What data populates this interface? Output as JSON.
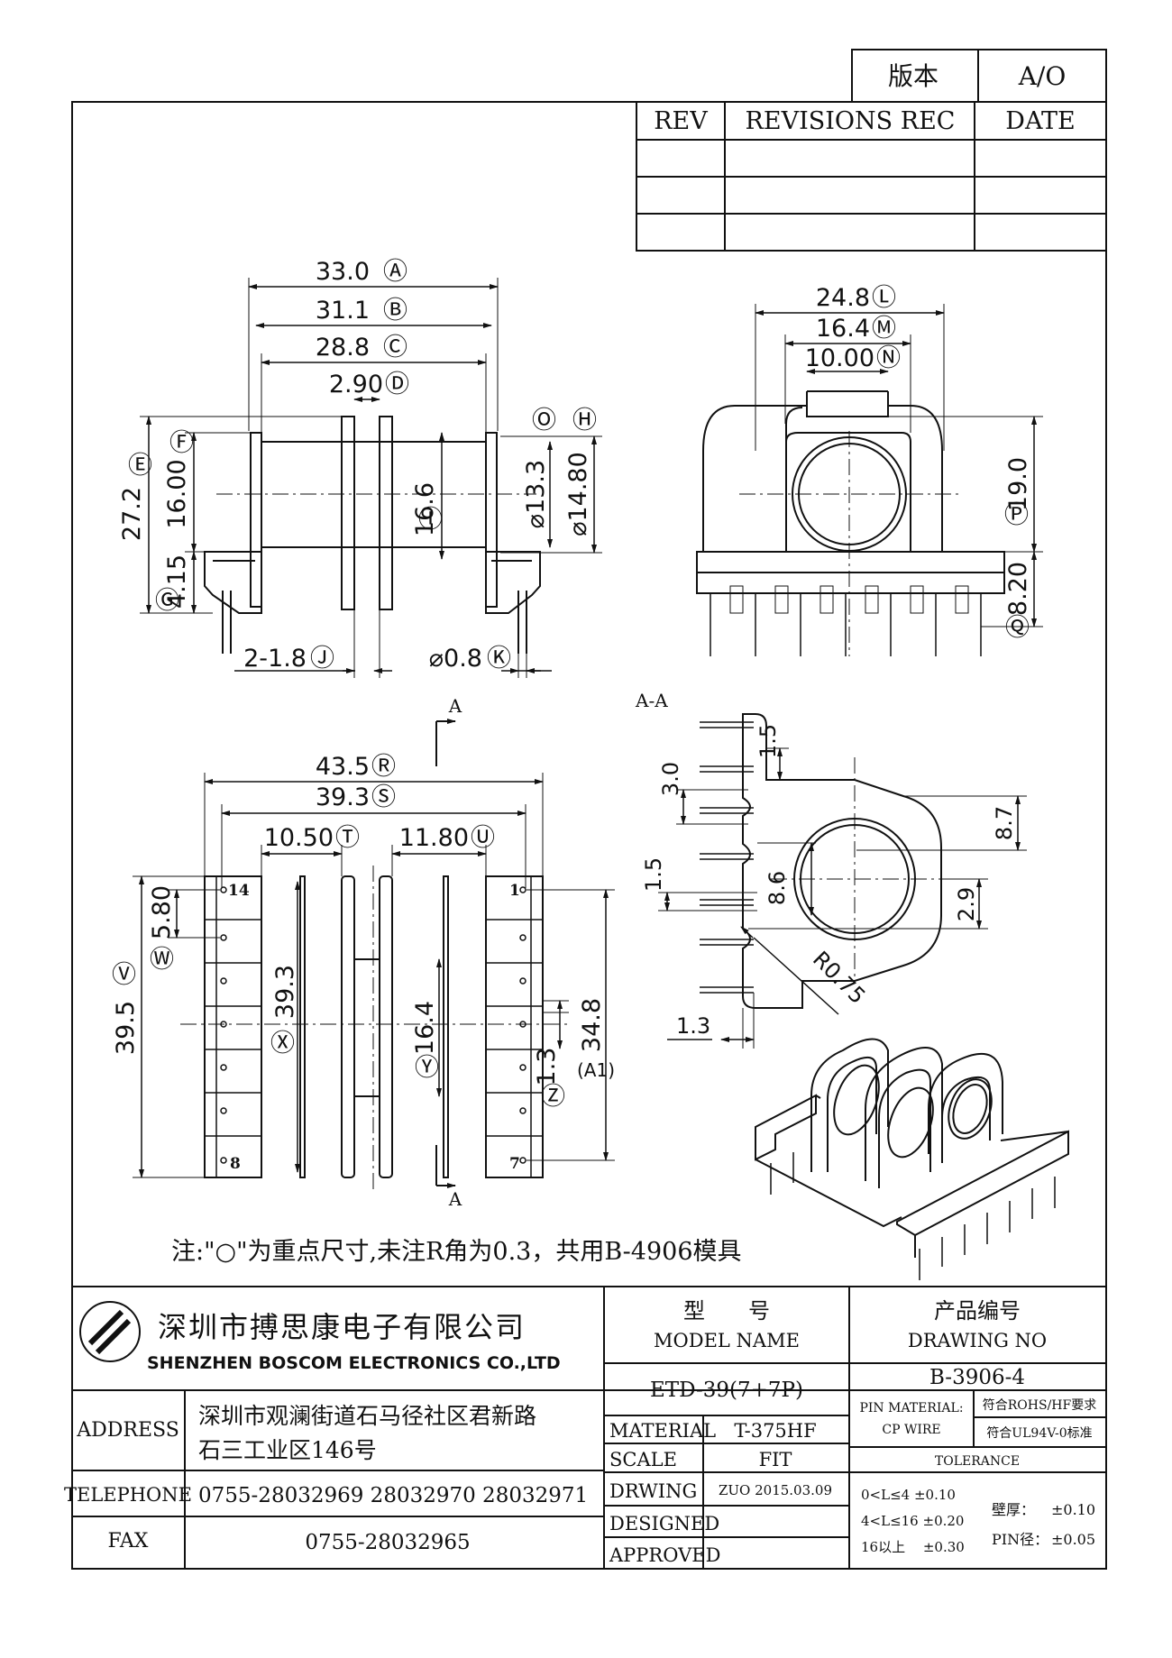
{
  "revision_box": {
    "version_label": "版本",
    "version_value": "A/O",
    "headers": {
      "rev": "REV",
      "revisions": "REVISIONS REC",
      "date": "DATE"
    }
  },
  "top_view": {
    "A": "33.0",
    "B": "31.1",
    "C": "28.8",
    "D": "2.90",
    "E": "27.2",
    "F": "16.00",
    "G": "4.15",
    "I": "16.6",
    "O": "13.3",
    "H": "14.80",
    "J": "2-1.8",
    "K": "0.8"
  },
  "side_view": {
    "L": "24.8",
    "M": "16.4",
    "N": "10.00",
    "P": "19.0",
    "Q": "8.20"
  },
  "bottom_view": {
    "R": "43.5",
    "S": "39.3",
    "T": "10.50",
    "U": "11.80",
    "V": "39.5",
    "W": "5.80",
    "X": "39.3",
    "Y": "16.4",
    "Z": "1.3",
    "A1": "34.8",
    "pin_labels": {
      "p14": "14",
      "p1": "1",
      "p8": "8",
      "p7": "7"
    },
    "section_mark": "A"
  },
  "section_view": {
    "title": "A-A",
    "dims": {
      "d1": "1.5",
      "d2": "3.0",
      "d3": "8.7",
      "d4": "1.5",
      "d5": "8.6",
      "d6": "2.9",
      "radius": "R0.75",
      "d7": "1.3"
    }
  },
  "note": "注:\"○\"为重点尺寸,未注R角为0.3，共用B-4906模具",
  "title_block": {
    "company_cn": "深圳市搏思康电子有限公司",
    "company_en": "SHENZHEN BOSCOM ELECTRONICS CO.,LTD",
    "model_name_cn": "型　　号",
    "model_name_en": "MODEL NAME",
    "drawing_no_cn": "产品编号",
    "drawing_no_en": "DRAWING NO",
    "model_value": "ETD-39(7+7P)",
    "drawing_value": "B-3906-4",
    "address_label": "ADDRESS",
    "address_line1": "深圳市观澜街道石马径社区君新路",
    "address_line2": "石三工业区146号",
    "telephone_label": "TELEPHONE",
    "telephone_value": "0755-28032969 28032970 28032971",
    "fax_label": "FAX",
    "fax_value": "0755-28032965",
    "material_label": "MATERIAL",
    "material_value": "T-375HF",
    "scale_label": "SCALE",
    "scale_value": "FIT",
    "drawing_label": "DRWING",
    "drawing_by": "ZUO 2015.03.09",
    "designed_label": "DESIGNED",
    "approved_label": "APPROVED",
    "pin_material_label": "PIN MATERIAL:",
    "pin_material_value": "CP WIRE",
    "rohs": "符合ROHS/HF要求",
    "ul": "符合UL94V-0标准",
    "tolerance_label": "TOLERANCE",
    "tol1": "0<L≤4 ±0.10",
    "tol2": "4<L≤16 ±0.20",
    "tol3": "16以上 　±0.30",
    "wall_label": "壁厚：",
    "wall_value": "±0.10",
    "pin_dia_label": "PIN径：",
    "pin_dia_value": "±0.05"
  }
}
